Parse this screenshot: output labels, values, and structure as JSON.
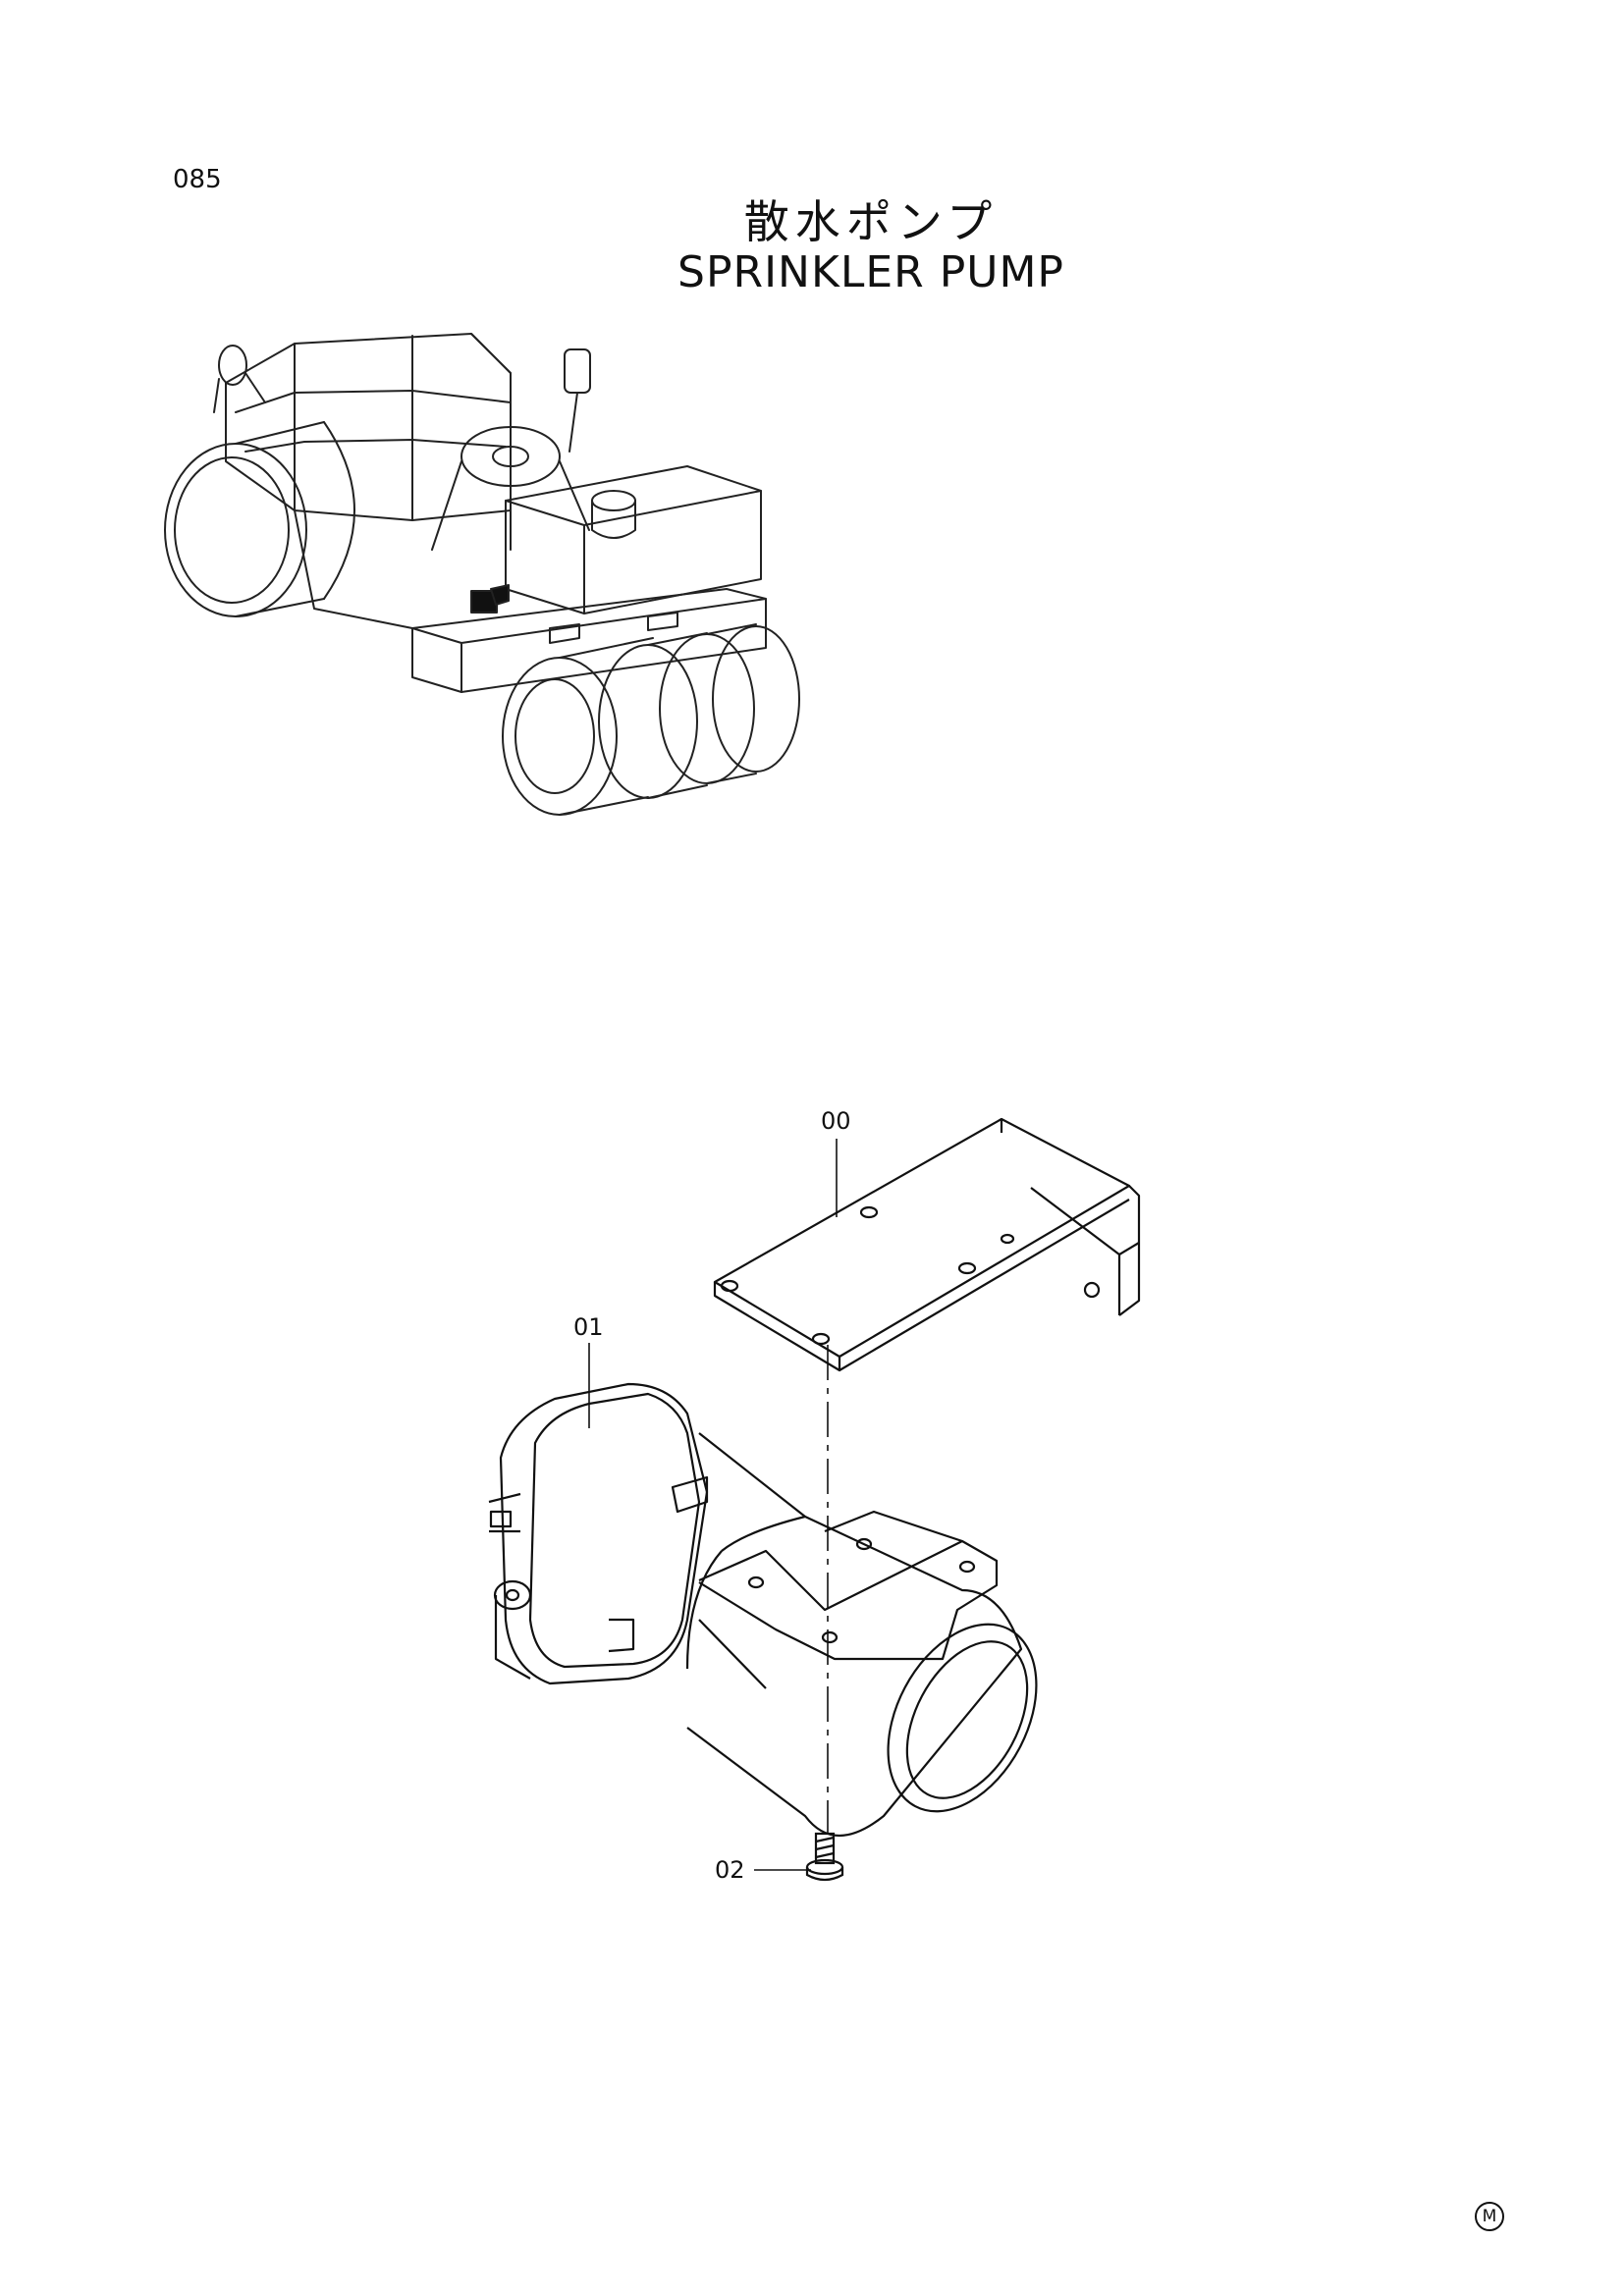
{
  "page": {
    "number": "085"
  },
  "title": {
    "japanese": "散水ポンプ",
    "english": "SPRINKLER PUMP"
  },
  "callouts": {
    "part_00": "00",
    "part_01": "01",
    "part_02": "02"
  },
  "corner_mark": "M",
  "colors": {
    "line": "#111111",
    "background": "#ffffff"
  }
}
